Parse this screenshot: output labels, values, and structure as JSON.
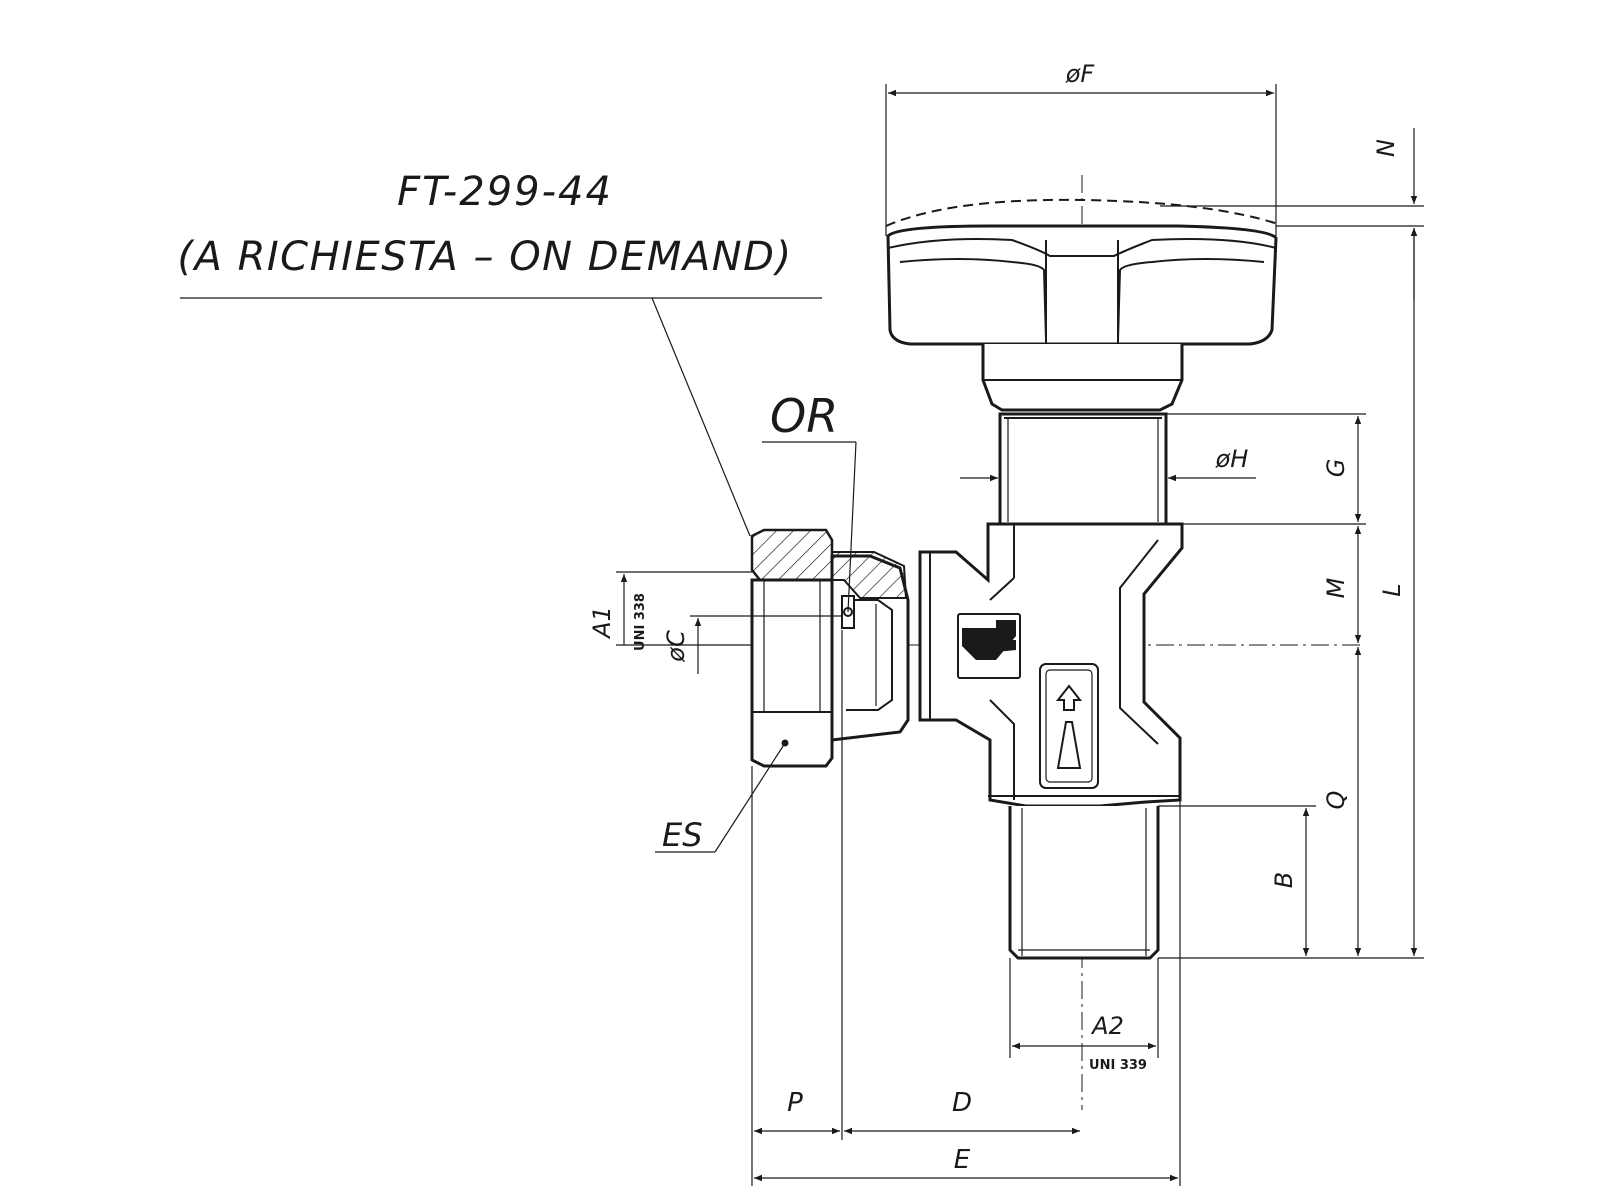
{
  "title": "FT-299-44",
  "subtitle": "(A RICHIESTA – ON DEMAND)",
  "callouts": {
    "or": "OR",
    "es": "ES"
  },
  "dimensions": {
    "f": "øF",
    "n": "N",
    "h": "øH",
    "g": "G",
    "m": "M",
    "l": "L",
    "q": "Q",
    "b": "B",
    "a1": "A1",
    "a1_std": "UNI 338",
    "c": "øC",
    "a2": "A2",
    "a2_std": "UNI 339",
    "p": "P",
    "d": "D",
    "e": "E"
  },
  "colors": {
    "line": "#1a1a1a",
    "background": "#ffffff"
  }
}
